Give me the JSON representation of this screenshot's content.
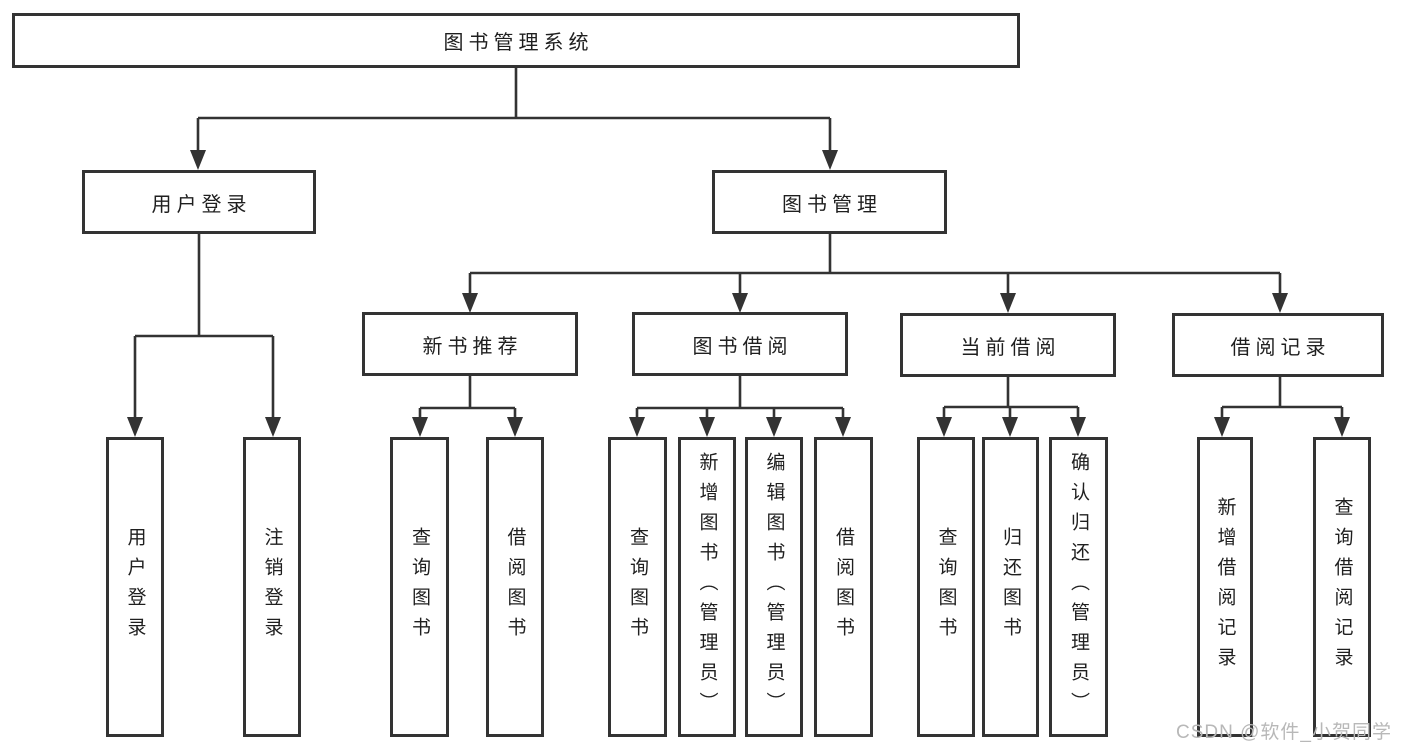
{
  "tree": {
    "label": "图书管理系统",
    "children": [
      {
        "label": "用户登录",
        "children": [
          {
            "label": "用户登录"
          },
          {
            "label": "注销登录"
          }
        ]
      },
      {
        "label": "图书管理",
        "children": [
          {
            "label": "新书推荐",
            "children": [
              {
                "label": "查询图书"
              },
              {
                "label": "借阅图书"
              }
            ]
          },
          {
            "label": "图书借阅",
            "children": [
              {
                "label": "查询图书"
              },
              {
                "label": "新增图书（管理员）"
              },
              {
                "label": "编辑图书（管理员）"
              },
              {
                "label": "借阅图书"
              }
            ]
          },
          {
            "label": "当前借阅",
            "children": [
              {
                "label": "查询图书"
              },
              {
                "label": "归还图书"
              },
              {
                "label": "确认归还（管理员）"
              }
            ]
          },
          {
            "label": "借阅记录",
            "children": [
              {
                "label": "新增借阅记录"
              },
              {
                "label": "查询借阅记录"
              }
            ]
          }
        ]
      }
    ]
  },
  "watermark": "CSDN @软件_小贺同学",
  "colors": {
    "line": "#333333",
    "text": "#1f1f1f",
    "watermark": "#b8b8b8",
    "canvas": "#ffffff"
  }
}
